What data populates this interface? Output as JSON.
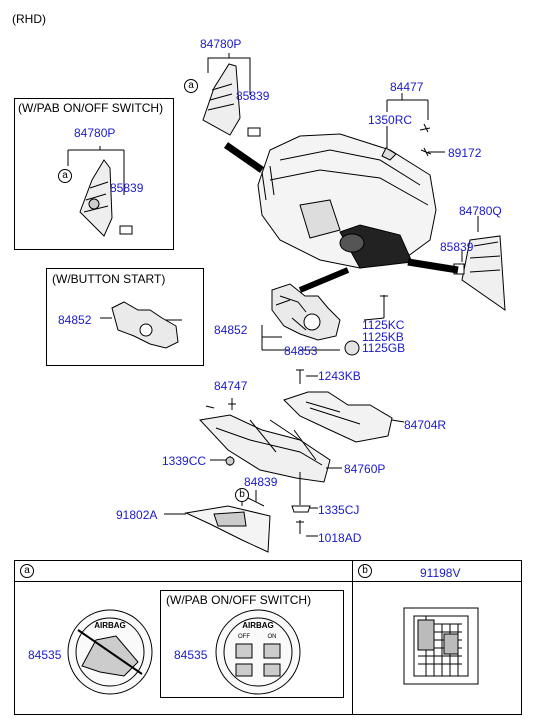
{
  "header": {
    "variant": "(RHD)"
  },
  "labels": {
    "p84780P_top": "84780P",
    "p85839_top": "85839",
    "p84477": "84477",
    "p1350RC": "1350RC",
    "p89172": "89172",
    "p84780Q": "84780Q",
    "p85839_right": "85839",
    "p84852_main": "84852",
    "p84853": "84853",
    "p1125KC": "1125KC",
    "p1125KB": "1125KB",
    "p1125GB": "1125GB",
    "p1243KB": "1243KB",
    "p84747": "84747",
    "p84704R": "84704R",
    "p1339CC": "1339CC",
    "p84760P": "84760P",
    "p84839": "84839",
    "p91802A": "91802A",
    "p1335CJ": "1335CJ",
    "p1018AD": "1018AD"
  },
  "pab_box": {
    "title": "(W/PAB ON/OFF SWITCH)",
    "p84780P": "84780P",
    "p85839": "85839"
  },
  "button_start_box": {
    "title": "(W/BUTTON START)",
    "p84852": "84852"
  },
  "callouts": {
    "a": "a",
    "b": "b"
  },
  "legend": {
    "a_marker": "a",
    "b_marker": "b",
    "b_part": "91198V",
    "a_part_left": "84535",
    "inner_title": "(W/PAB ON/OFF SWITCH)",
    "a_part_right": "84535"
  },
  "colors": {
    "part_number": "#1a1acc",
    "line": "#000000"
  }
}
